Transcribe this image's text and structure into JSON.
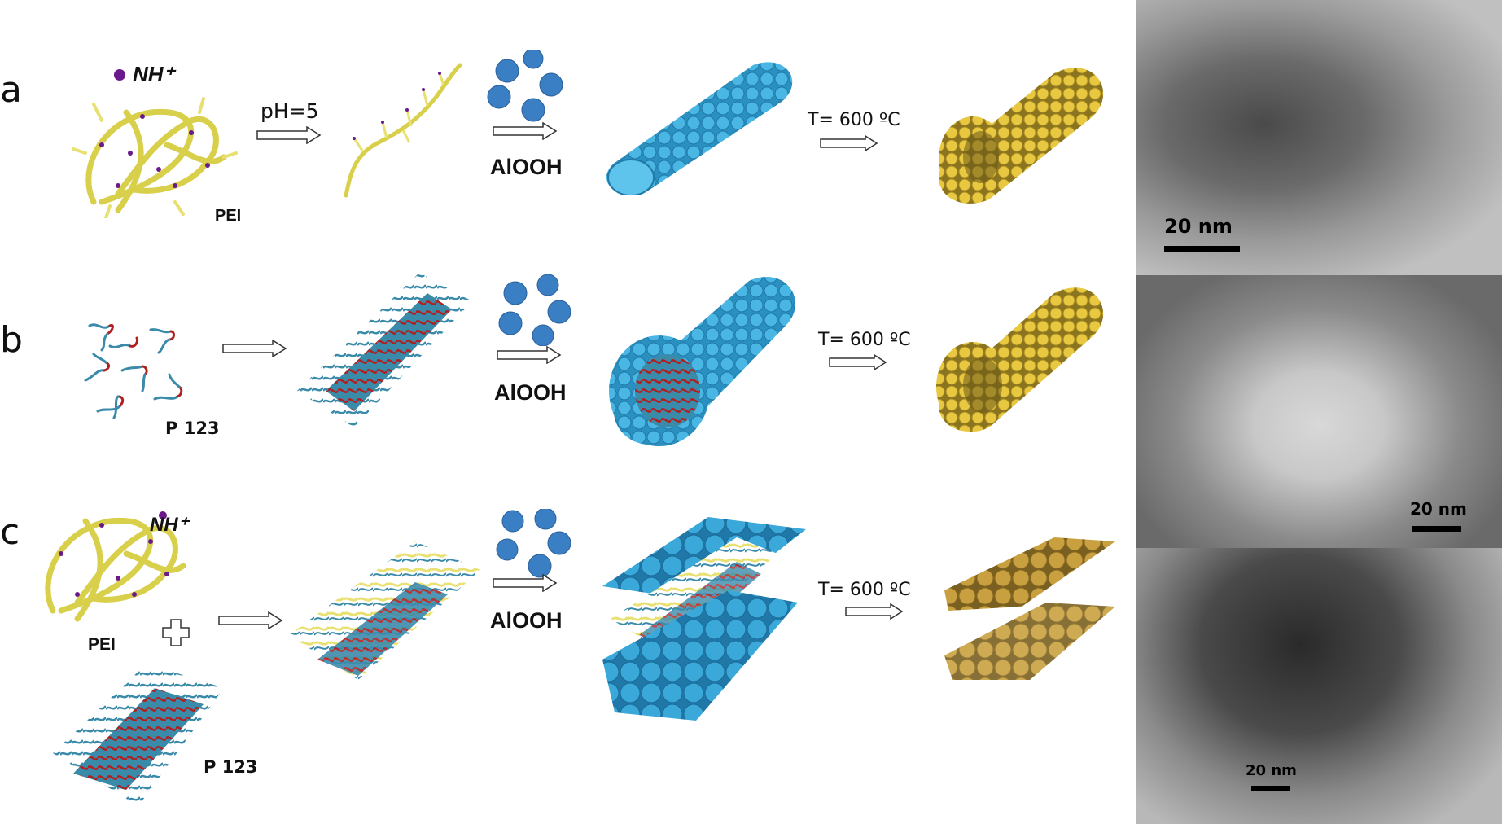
{
  "figure": {
    "rows": [
      {
        "label": "a",
        "template_label": "PEI",
        "ion_label": "NH⁺",
        "step1_label": "pH=5",
        "precursor_label": "AlOOH",
        "calcination_label": "T= 600 ºC",
        "tem_scalebar": "20 nm"
      },
      {
        "label": "b",
        "template_label": "P 123",
        "precursor_label": "AlOOH",
        "calcination_label": "T= 600 ºC",
        "tem_scalebar": "20 nm"
      },
      {
        "label": "c",
        "template_label_1": "PEI",
        "template_label_2": "P 123",
        "ion_label": "NH⁺",
        "plus_symbol": "+",
        "precursor_label": "AlOOH",
        "calcination_label": "T= 600 ºC",
        "tem_scalebar": "20 nm"
      }
    ],
    "colors": {
      "pei_yellow": "#e8e070",
      "alooh_blue": "#3a8ec8",
      "tube_blue": "#3aa8d8",
      "alumina_gold": "#e8c840",
      "alumina_darkgold": "#b8922a",
      "p123_blue": "#3a8aaa",
      "p123_red": "#b02020",
      "nh_purple": "#6a1a8a",
      "tem_gray": "#b8b8b8"
    }
  }
}
